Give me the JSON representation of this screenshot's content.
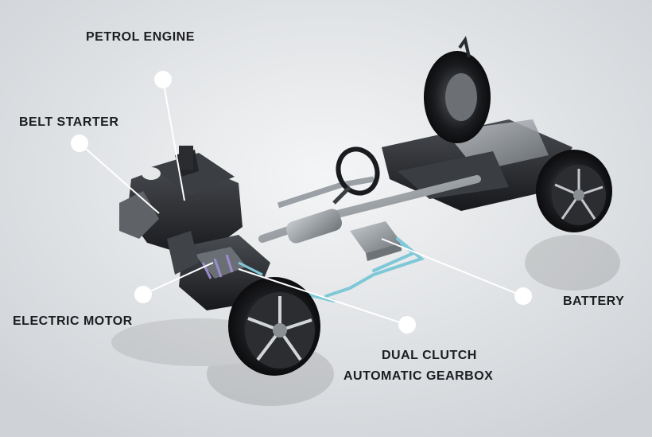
{
  "callouts": {
    "petrol_engine": "PETROL ENGINE",
    "belt_starter": "BELT STARTER",
    "electric_motor": "ELECTRIC MOTOR",
    "dual_clutch_line1": "DUAL CLUTCH",
    "dual_clutch_line2": "AUTOMATIC GEARBOX",
    "battery": "BATTERY"
  },
  "colors": {
    "background": "#e9ebed",
    "chassis_dark": "#2a2c30",
    "metal": "#9aa0a6",
    "hv_cable": "#7fc8d8",
    "callout_dot": "#ffffff",
    "callout_line": "#ffffff",
    "text": "#1b1d20"
  }
}
